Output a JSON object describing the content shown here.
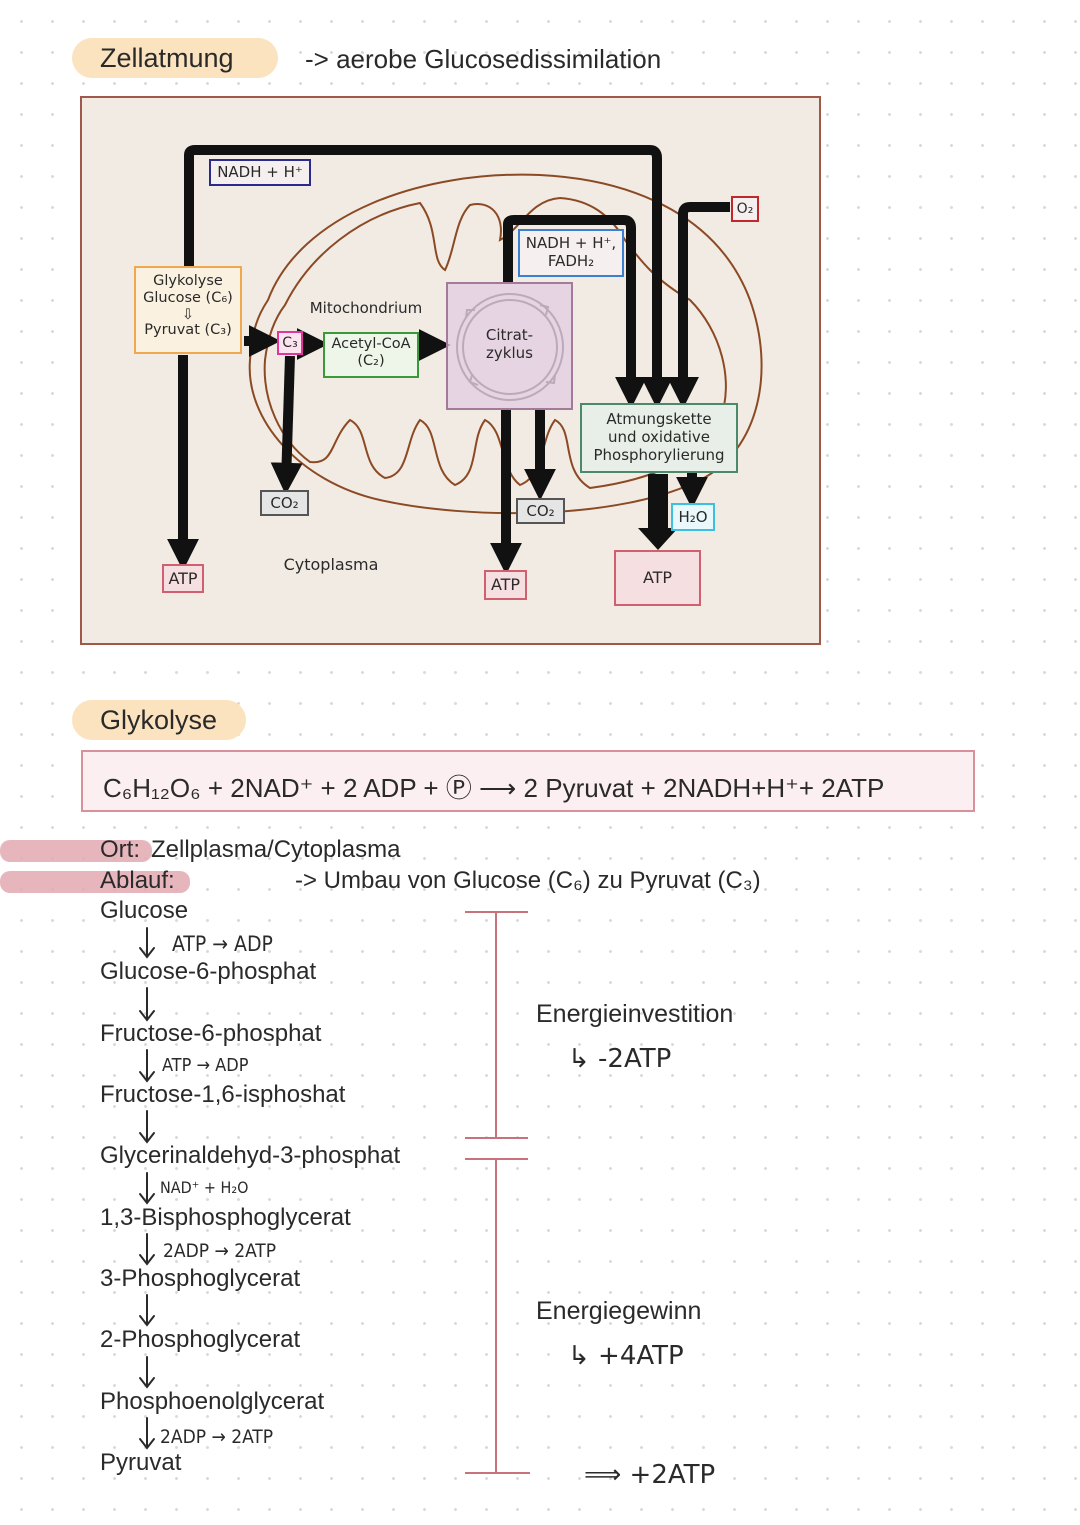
{
  "header": {
    "title": "Zellatmung",
    "subtitle": "-> aerobe Glucosedissimilation"
  },
  "diagram": {
    "nadh_top": "NADH + H⁺",
    "o2": "O₂",
    "nadh_fadh_line1": "NADH + H⁺,",
    "nadh_fadh_line2": "FADH₂",
    "glykolyse_line1": "Glykolyse",
    "glykolyse_line2": "Glucose (C₆)",
    "glykolyse_arrow": "⇩",
    "glykolyse_line3": "Pyruvat (C₃)",
    "mitochondrium": "Mitochondrium",
    "c3": "C₃",
    "acetyl_line1": "Acetyl-CoA",
    "acetyl_line2": "(C₂)",
    "citrat_line1": "Citrat-",
    "citrat_line2": "zyklus",
    "atmung_line1": "Atmungskette",
    "atmung_line2": "und oxidative",
    "atmung_line3": "Phosphorylierung",
    "co2_left": "CO₂",
    "co2_right": "CO₂",
    "h2o": "H₂O",
    "cytoplasma": "Cytoplasma",
    "atp_left": "ATP",
    "atp_mid": "ATP",
    "atp_right": "ATP"
  },
  "glykolyse_section": {
    "title": "Glykolyse",
    "equation": "C₆H₁₂O₆ + 2NAD⁺ + 2 ADP + Ⓟ ⟶ 2 Pyruvat + 2NADH+H⁺+ 2ATP",
    "ort_label": "Ort:",
    "ort_value": "Zellplasma/Cytoplasma",
    "ablauf_label": "Ablauf:",
    "ablauf_value": "-> Umbau von Glucose (C₆) zu Pyruvat (C₃)"
  },
  "steps": [
    "Glucose",
    "Glucose-6-phosphat",
    "Fructose-6-phosphat",
    "Fructose-1,6-isphoshat",
    "Glycerinaldehyd-3-phosphat",
    "1,3-Bisphosphoglycerat",
    "3-Phosphoglycerat",
    "2-Phosphoglycerat",
    "Phosphoenolglycerat",
    "Pyruvat"
  ],
  "step_notes": {
    "n1": "ATP → ADP",
    "n3": "ATP → ADP",
    "n5": "NAD⁺ + H₂O",
    "n6": "2ADP →  2ATP",
    "n9": "2ADP →  2ATP"
  },
  "energy": {
    "investment_label": "Energieinvestition",
    "investment_value": "↳ -2ATP",
    "gain_label": "Energiegewinn",
    "gain_value": "↳ +4ATP",
    "net": "⟹ +2ATP"
  },
  "colors": {
    "pill": "#fbe3bf",
    "frame_border": "#a0584a",
    "frame_bg": "#f1ebe4",
    "mito": "#8b4a24",
    "glyko_box": "#f0a850",
    "c3_box": "#e0359a",
    "acetyl_box": "#3a9a3a",
    "citrat_box": "#a37a9a",
    "nadh_box": "#2b2b8c",
    "nadh_fadh_box": "#3a7fd0",
    "o2_box": "#c0282c",
    "atmung_box": "#4a8a6a",
    "h2o_box": "#3ac0e0",
    "atp_box": "#d06070",
    "eq_border": "#d8919a",
    "bracket": "#c8727c",
    "highlight": "#e3a9b0"
  }
}
